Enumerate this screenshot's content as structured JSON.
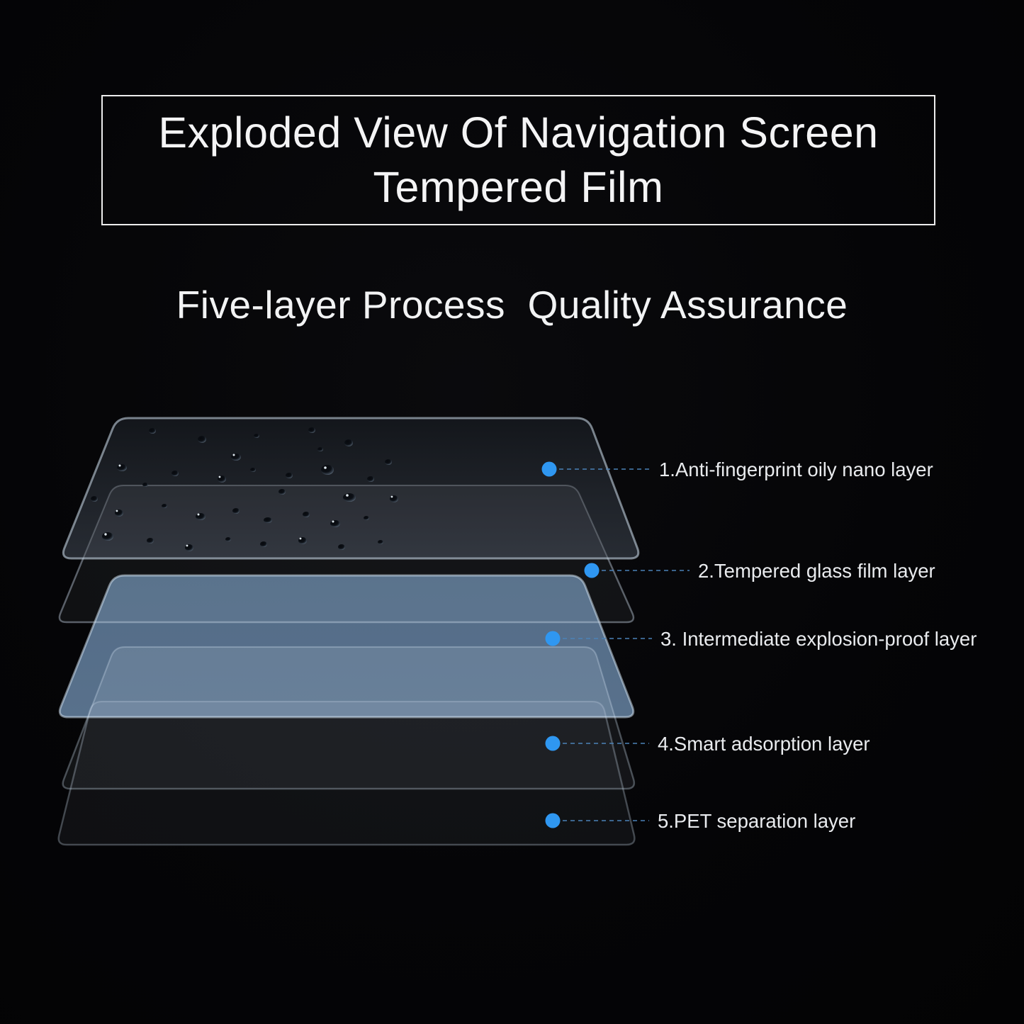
{
  "background": {
    "color": "#050507"
  },
  "header": {
    "title_line1": "Exploded View Of Navigation Screen",
    "title_line2": "Tempered Film"
  },
  "subtitle": "Five-layer Process  Quality Assurance",
  "diagram": {
    "accent_color": "#2f97f1",
    "leader_line_color": "#4b82b8",
    "blue_layer_color": "#5e7a99",
    "layers": [
      {
        "label": "1.Anti-fingerprint oily nano layer"
      },
      {
        "label": "2.Tempered glass film layer"
      },
      {
        "label": "3. Intermediate explosion-proof layer"
      },
      {
        "label": "4.Smart adsorption layer"
      },
      {
        "label": "5.PET separation layer"
      }
    ]
  }
}
